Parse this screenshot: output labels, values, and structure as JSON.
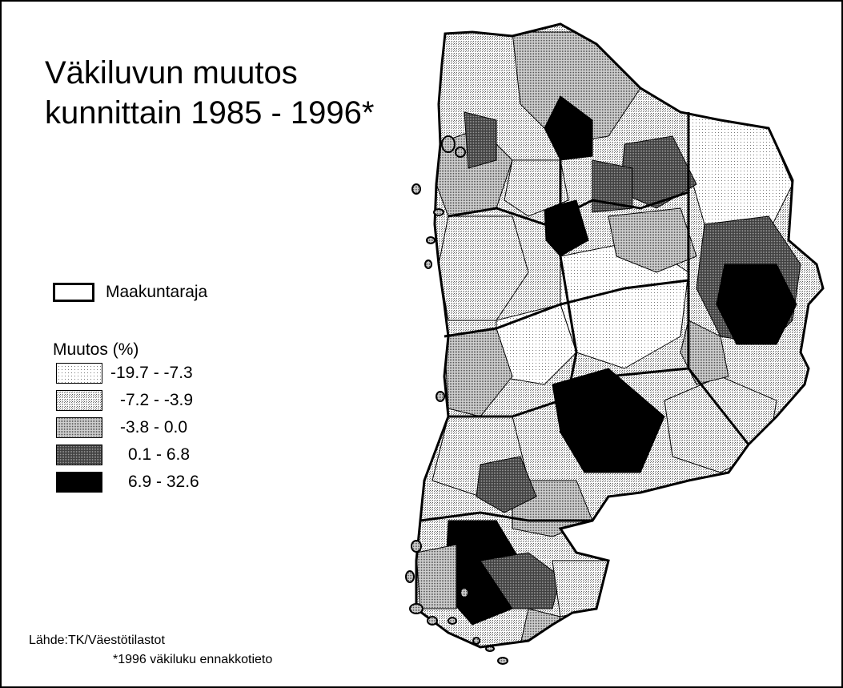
{
  "title_line1": "Väkiluvun muutos",
  "title_line2": "kunnittain 1985 - 1996*",
  "boundary_legend": {
    "label": "Maakuntaraja"
  },
  "legend": {
    "title": "Muutos (%)",
    "classes": [
      {
        "label": "-19.7 - -7.3",
        "pattern": "very-light-stipple",
        "color": "#f0f0f0"
      },
      {
        "label": "-7.2 - -3.9",
        "pattern": "light-stipple",
        "color": "#d6d6d6"
      },
      {
        "label": "-3.8 - 0.0",
        "pattern": "medium-stipple",
        "color": "#9e9e9e"
      },
      {
        "label": "0.1 - 6.8",
        "pattern": "dark-stipple",
        "color": "#555555"
      },
      {
        "label": "6.9 - 32.6",
        "pattern": "solid-black",
        "color": "#000000"
      }
    ]
  },
  "source": "Lähde:TK/Väestötilastot",
  "note": "*1996 väkiluku ennakkotieto"
}
